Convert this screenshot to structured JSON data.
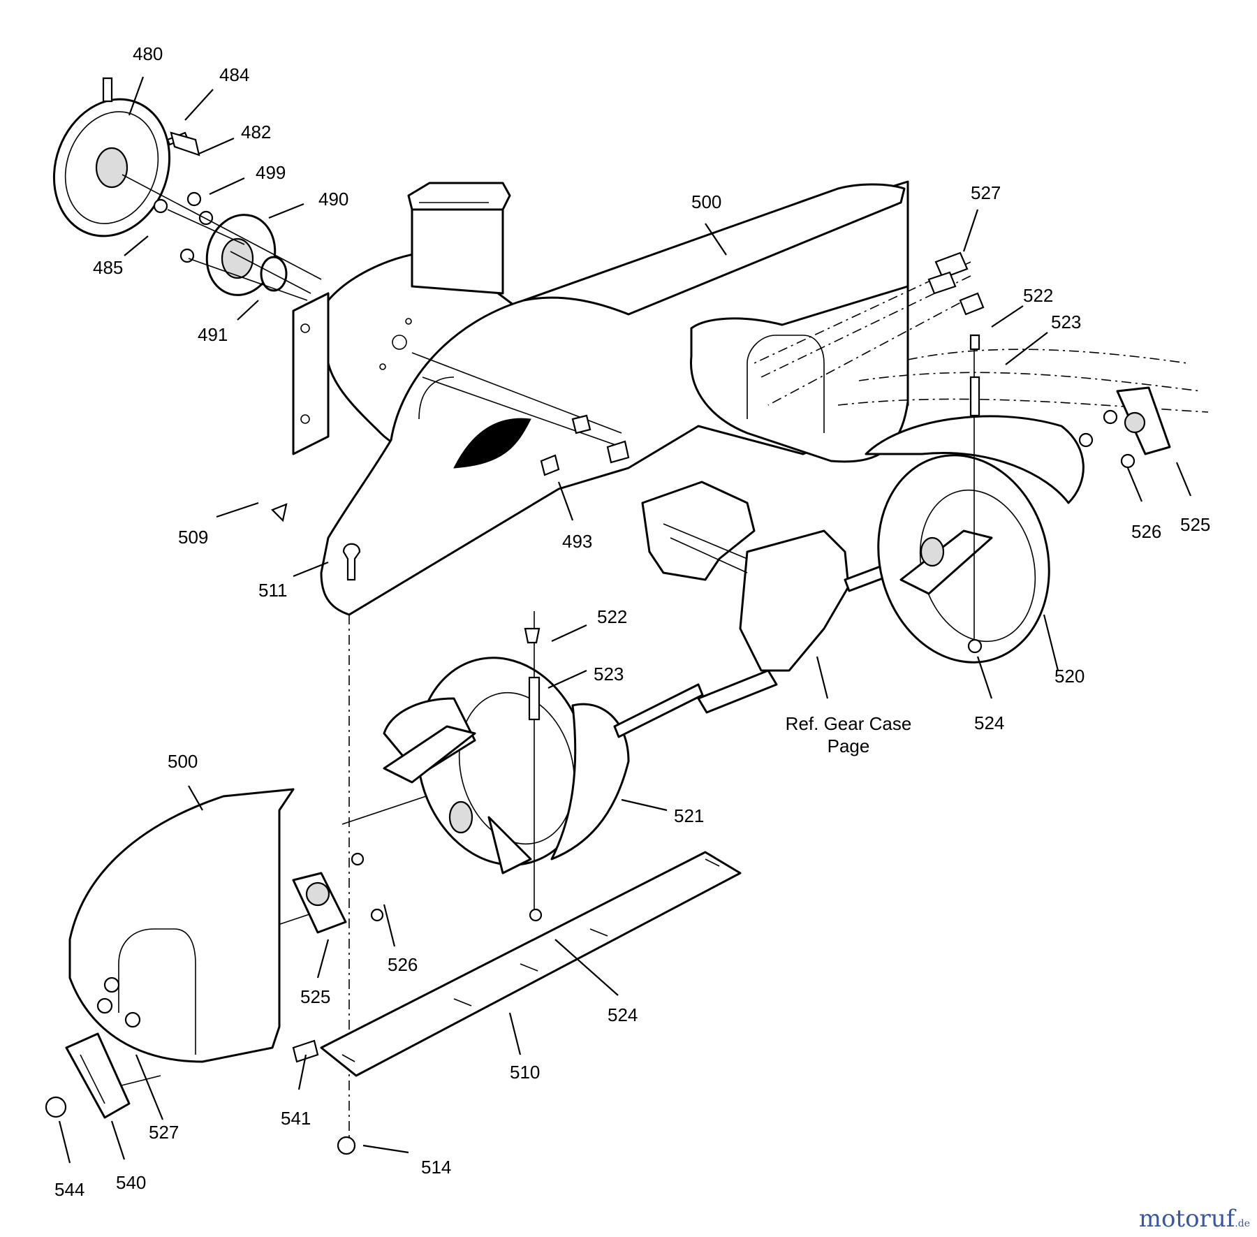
{
  "labels": {
    "p480": "480",
    "p484": "484",
    "p482": "482",
    "p499": "499",
    "p490": "490",
    "p485": "485",
    "p491": "491",
    "p500_top": "500",
    "p527_top": "527",
    "p522_top": "522",
    "p523_top": "523",
    "p509": "509",
    "p511": "511",
    "p493": "493",
    "p526_right": "526",
    "p525_right": "525",
    "p520": "520",
    "p524_right": "524",
    "p522_mid": "522",
    "p523_mid": "523",
    "p500_bottom": "500",
    "p521": "521",
    "p526_left": "526",
    "p525_left": "525",
    "p524_mid": "524",
    "p510": "510",
    "p527_bottom": "527",
    "p541": "541",
    "p514": "514",
    "p544": "544",
    "p540": "540"
  },
  "note": {
    "line1": "Ref. Gear Case",
    "line2": "Page"
  },
  "watermark": {
    "main": "motoruf",
    "accent": "·",
    "tld": ".de"
  },
  "colors": {
    "ink": "#000000",
    "watermark_blue": "#3a55a4",
    "watermark_orange": "#d9531e"
  }
}
